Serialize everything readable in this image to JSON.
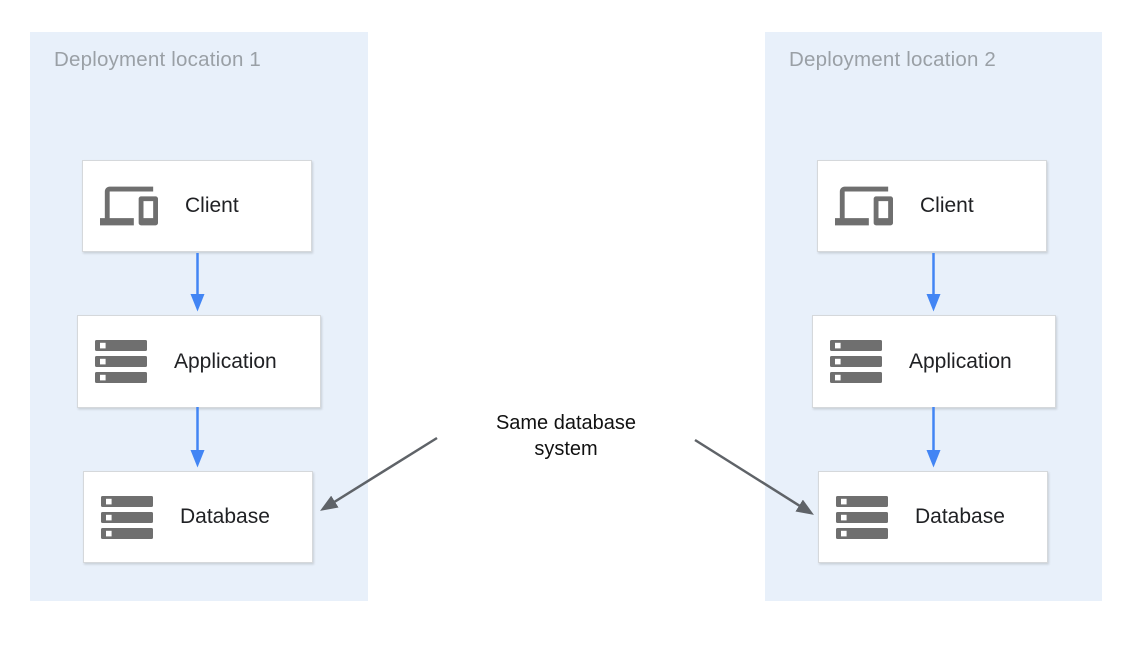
{
  "diagram": {
    "panels": [
      {
        "title": "Deployment location 1",
        "nodes": [
          {
            "label": "Client",
            "icon": "devices-icon"
          },
          {
            "label": "Application",
            "icon": "server-icon"
          },
          {
            "label": "Database",
            "icon": "server-icon"
          }
        ]
      },
      {
        "title": "Deployment location 2",
        "nodes": [
          {
            "label": "Client",
            "icon": "devices-icon"
          },
          {
            "label": "Application",
            "icon": "server-icon"
          },
          {
            "label": "Database",
            "icon": "server-icon"
          }
        ]
      }
    ],
    "annotation": "Same database system",
    "colors": {
      "panel_background": "#e8f0fa",
      "node_background": "#ffffff",
      "node_border": "#d5d8db",
      "flow_arrow_blue": "#4285f4",
      "annotation_arrow_gray": "#5f6368",
      "icon_gray": "#6f6f6f",
      "panel_title_gray": "#9aa0a6",
      "node_label_dark": "#202124",
      "annotation_text": "#111111"
    }
  }
}
